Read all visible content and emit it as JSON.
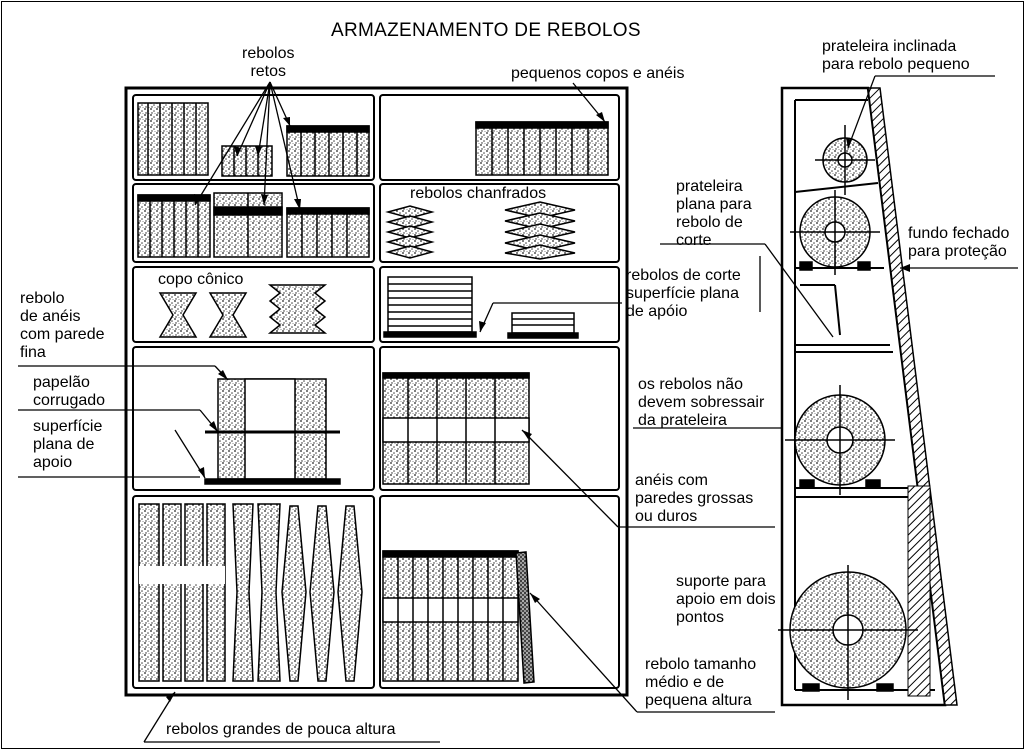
{
  "title": "ARMAZENAMENTO DE REBOLOS",
  "labels": {
    "rebolos_retos": "rebolos\nretos",
    "pequenos_copos": "pequenos copos e anéis",
    "rebolos_chanfrados": "rebolos chanfrados",
    "copo_conico": "copo cônico",
    "rebolos_de_corte": "rebolos de corte\nsuperfície plana\nde apóio",
    "rebolo_aneis_parede_fina": "rebolo\nde anéis\ncom parede\nfina",
    "papelao_corrugado": "papelão\ncorrugado",
    "superficie_plana_apoio": "superfície\nplana de\napoio",
    "aneis_paredes_grossas": "anéis com\nparedes grossas\nou duros",
    "rebolo_tamanho_medio": "rebolo tamanho\nmédio e de\npequena altura",
    "rebolos_grandes": "rebolos grandes de pouca altura",
    "prateleira_inclinada": "prateleira inclinada\npara rebolo pequeno",
    "prateleira_plana": "prateleira\nplana para\nrebolo de\ncorte",
    "fundo_fechado": "fundo fechado\npara proteção",
    "nao_sobressair": "os rebolos não\ndevem sobressair\nda prateleira",
    "suporte_dois_pontos": "suporte para\napoio em dois\npontos"
  },
  "colors": {
    "ink": "#000000",
    "paper": "#ffffff",
    "speckle": "#555555"
  }
}
